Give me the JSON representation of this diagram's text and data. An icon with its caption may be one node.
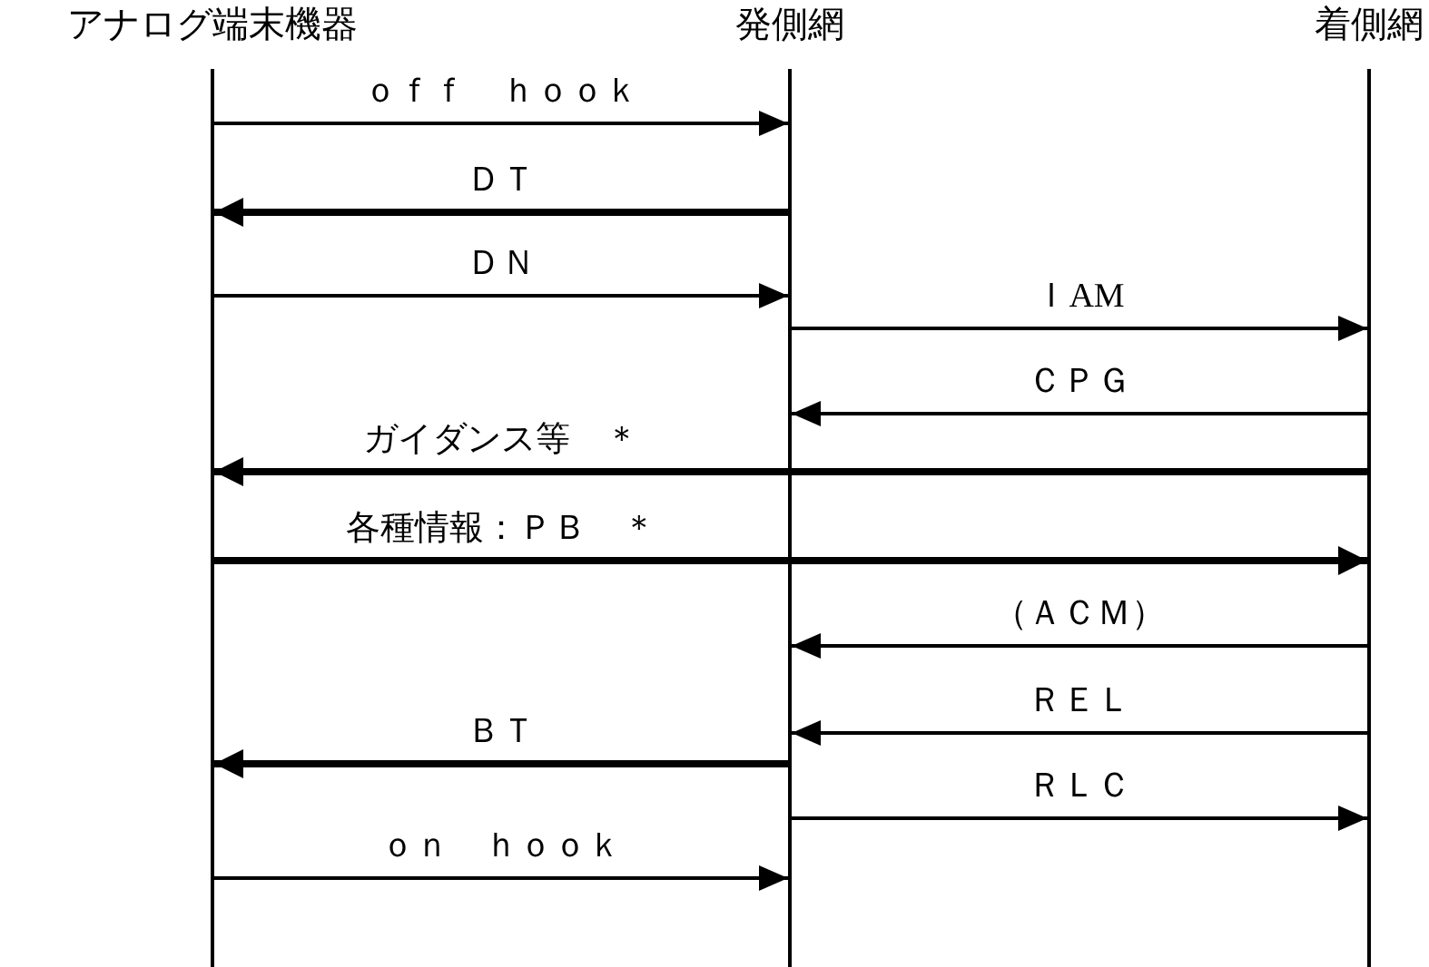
{
  "diagram": {
    "nodes": [
      {
        "text": [
          "アナログ端末機器"
        ]
      },
      {
        "text": [
          "発側網"
        ]
      },
      {
        "text": [
          "着側網"
        ]
      }
    ],
    "edges": [
      {
        "from": 0,
        "to": 1,
        "arrow": "to",
        "label": "ｏｆｆ　ｈｏｏｋ"
      },
      {
        "from": 1,
        "to": 0,
        "arrow": "to",
        "label": "ＤＴ",
        "style": "thick"
      },
      {
        "from": 0,
        "to": 1,
        "arrow": "to",
        "label": "ＤＮ"
      },
      {
        "from": 1,
        "to": 2,
        "arrow": "to",
        "label": "ＩAM"
      },
      {
        "from": 2,
        "to": 1,
        "arrow": "to",
        "label": "ＣＰＧ"
      },
      {
        "from": 2,
        "to": 0,
        "arrow": "to",
        "label": "ガイダンス等　＊",
        "style": "thick"
      },
      {
        "from": 0,
        "to": 2,
        "arrow": "to",
        "label": "各種情報：ＰＢ　＊",
        "style": "thick"
      },
      {
        "from": 2,
        "to": 1,
        "arrow": "to",
        "label": "（ＡＣＭ）"
      },
      {
        "from": 2,
        "to": 1,
        "arrow": "to",
        "label": "ＲＥＬ"
      },
      {
        "from": 1,
        "to": 0,
        "arrow": "to",
        "label": "ＢＴ",
        "style": "thick"
      },
      {
        "from": 1,
        "to": 2,
        "arrow": "to",
        "label": "ＲＬＣ"
      },
      {
        "from": 0,
        "to": 1,
        "arrow": "to",
        "label": "ｏｎ　ｈｏｏｋ"
      }
    ]
  }
}
